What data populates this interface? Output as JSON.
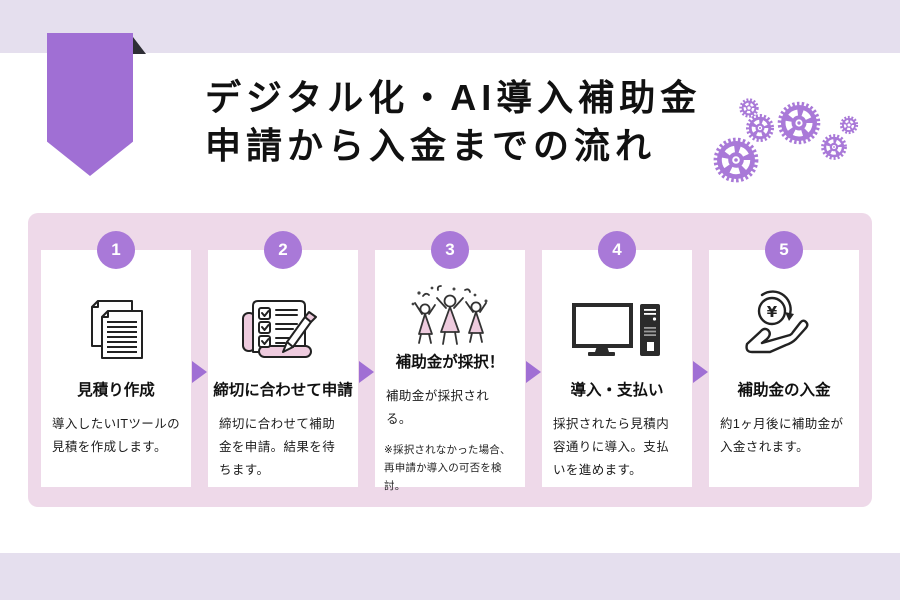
{
  "palette": {
    "accent": "#a06fd4",
    "accent_g": "#a979d8",
    "band": "#e5dfee",
    "panel": "#eed9e9",
    "icon_pink": "#eecbde",
    "ink": "#141414",
    "fold": "#2e2e35"
  },
  "header": {
    "title_line1": "デジタル化・AI導入補助金",
    "title_line2": "申請から入金までの流れ"
  },
  "icons": {
    "yen_symbol": "¥"
  },
  "steps": [
    {
      "number": "1",
      "icon": "documents-icon",
      "title": "見積り作成",
      "body": "導入したいITツールの見積を作成します。"
    },
    {
      "number": "2",
      "icon": "checklist-pencil-icon",
      "title": "締切に合わせて申請",
      "body": "締切に合わせて補助金を申請。結果を待ちます。"
    },
    {
      "number": "3",
      "icon": "celebration-icon",
      "title": "補助金が採択！",
      "body": "補助金が採択される。",
      "note": "※採択されなかった場合、再申請か導入の可否を検討。"
    },
    {
      "number": "4",
      "icon": "computer-icon",
      "title": "導入・支払い",
      "body": "採択されたら見積内容通りに導入。支払いを進めます。"
    },
    {
      "number": "5",
      "icon": "hand-coin-icon",
      "title": "補助金の入金",
      "body": "約1ヶ月後に補助金が入金されます。"
    }
  ]
}
